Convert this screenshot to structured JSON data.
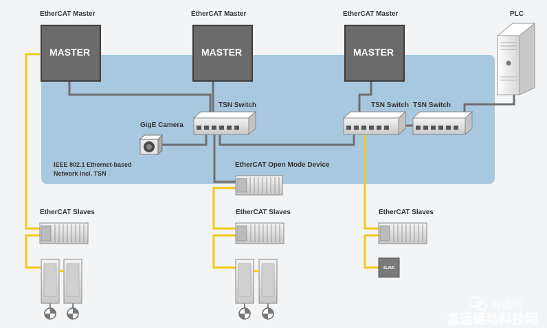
{
  "masters": [
    {
      "title": "EtherCAT Master",
      "box_label": "MASTER"
    },
    {
      "title": "EtherCAT Master",
      "box_label": "MASTER"
    },
    {
      "title": "EtherCAT Master",
      "box_label": "MASTER"
    }
  ],
  "plc_label": "PLC",
  "tsn_switches": [
    "TSN Switch",
    "TSN Switch",
    "TSN Switch"
  ],
  "gige_camera_label": "GigE Camera",
  "network_label_line1": "IEEE 802.1 Ethernet-based",
  "network_label_line2": "Network incl. TSN",
  "open_mode_device_label": "EtherCAT Open Mode Device",
  "slaves_labels": [
    "EtherCAT Slaves",
    "EtherCAT Slaves",
    "EtherCAT Slaves"
  ],
  "small_slave_label": "SLAVE",
  "watermark_small": "智造商",
  "watermark_big": "富运链动科技网",
  "colors": {
    "network_area": "#a8c8df",
    "ethercat_line": "#f2c81a",
    "ethernet_line": "#6e6e6e",
    "master_fill": "#6b6b6b",
    "device_fill": "#dcdcdc"
  }
}
